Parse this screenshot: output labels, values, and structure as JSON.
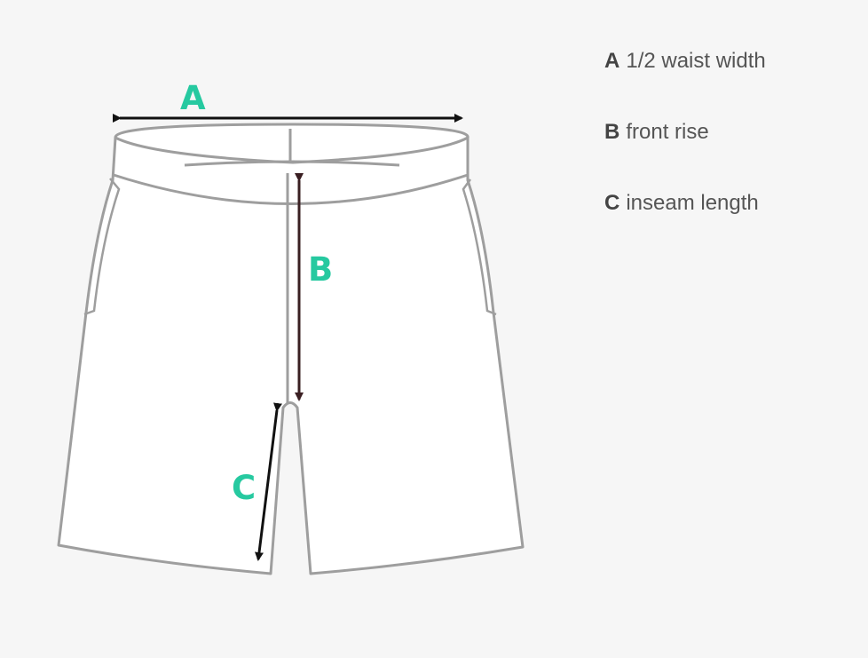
{
  "colors": {
    "background": "#f6f6f6",
    "garment_fill": "#ffffff",
    "garment_outline": "#9e9e9e",
    "accent_letters": "#26c9a0",
    "arrow_black": "#111111",
    "arrow_rise": "#3a1f22",
    "legend_text": "#555555"
  },
  "diagram": {
    "garment": "shorts",
    "labels": {
      "a": "A",
      "b": "B",
      "c": "C"
    }
  },
  "legend": [
    {
      "key": "A",
      "text": "1/2 waist width"
    },
    {
      "key": "B",
      "text": "front rise"
    },
    {
      "key": "C",
      "text": "inseam length"
    }
  ]
}
